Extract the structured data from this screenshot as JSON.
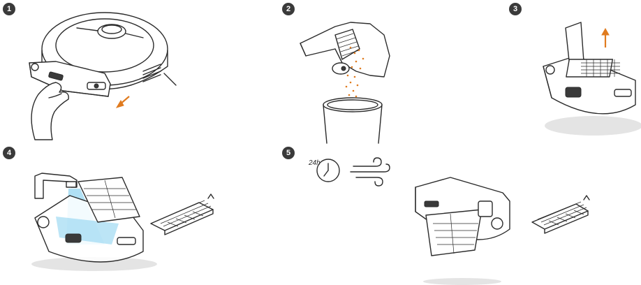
{
  "steps": [
    {
      "number": "1"
    },
    {
      "number": "2"
    },
    {
      "number": "3"
    },
    {
      "number": "4"
    },
    {
      "number": "5",
      "dry_time": "24h"
    }
  ],
  "colors": {
    "accent": "#e07b1f",
    "water": "#8fd3f0",
    "ink": "#2b2b2b",
    "shadow": "#e4e4e4"
  },
  "icons": [
    "arrow-icon",
    "clock-icon",
    "air-dry-icon",
    "faucet-icon",
    "filter-icon"
  ]
}
